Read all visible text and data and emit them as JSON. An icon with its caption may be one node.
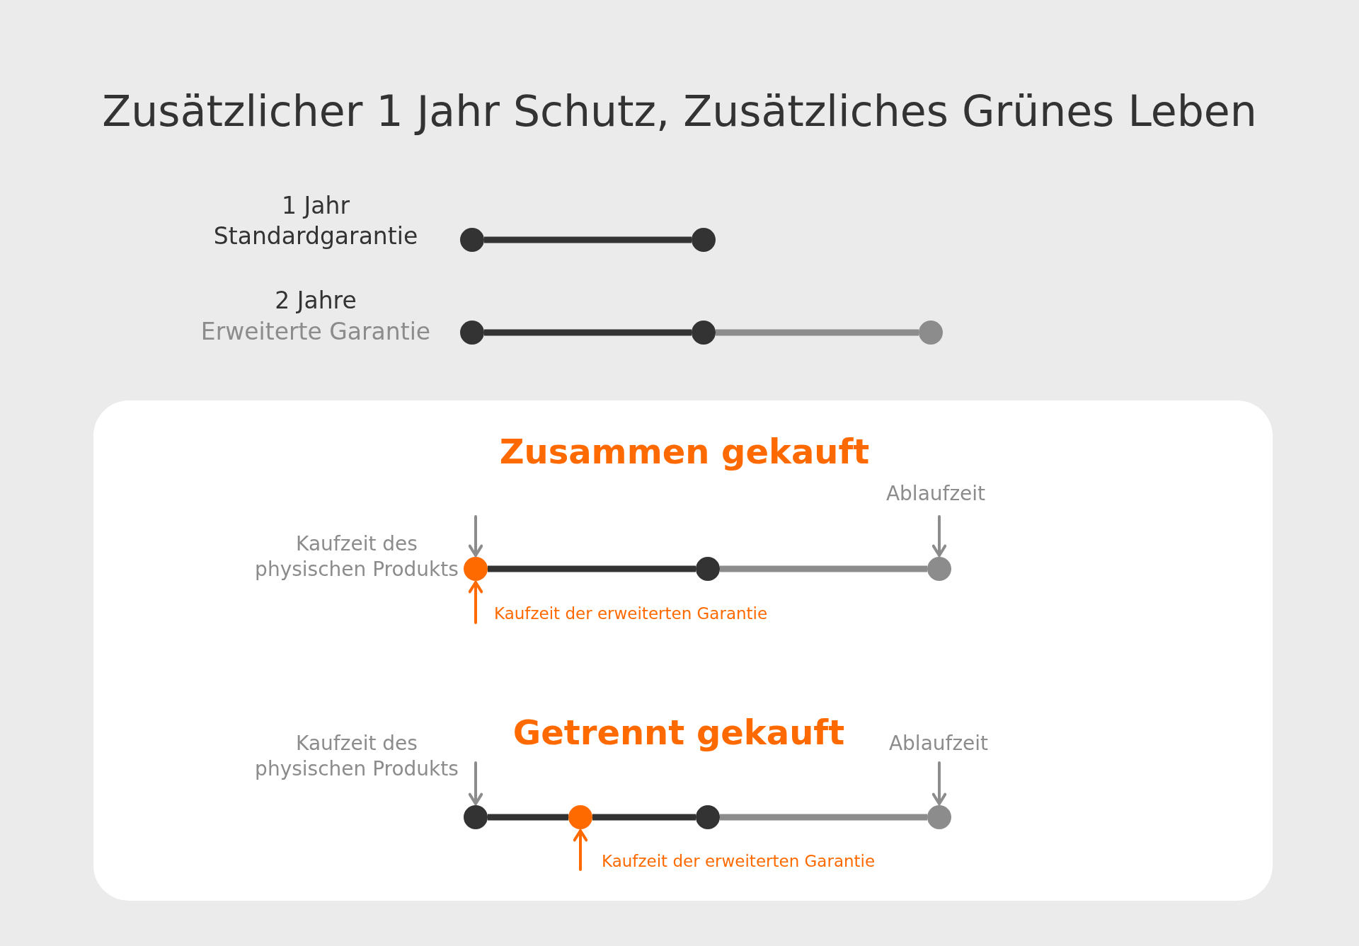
{
  "diagram": {
    "title": "Zusätzlicher 1 Jahr Schutz, Zusätzliches Grünes Leben",
    "nodes": [
      {
        "text": [],
        "shape": "circle"
      },
      {
        "text": [],
        "shape": "circle"
      },
      {
        "text": [],
        "shape": "circle"
      },
      {
        "text": [],
        "shape": "circle"
      },
      {
        "text": [],
        "shape": "circle"
      },
      {
        "text": [],
        "shape": "box"
      },
      {
        "text": [],
        "shape": "circle",
        "in": 5
      },
      {
        "text": [],
        "shape": "circle",
        "in": 5
      },
      {
        "text": [],
        "shape": "circle",
        "in": 5
      },
      {
        "text": [],
        "shape": "circle",
        "in": 5
      },
      {
        "text": [],
        "shape": "circle",
        "in": 5
      },
      {
        "text": [],
        "shape": "circle",
        "in": 5
      },
      {
        "text": [],
        "shape": "circle",
        "in": 5
      }
    ],
    "edges": [
      {
        "from": 0,
        "to": 1,
        "arrow": "none"
      },
      {
        "from": 2,
        "to": 3,
        "arrow": "none"
      },
      {
        "from": 3,
        "to": 4,
        "arrow": "none",
        "color": "#8c8c8c"
      },
      {
        "from": 6,
        "to": 7,
        "arrow": "none"
      },
      {
        "from": 7,
        "to": 8,
        "arrow": "none",
        "color": "#8c8c8c"
      },
      {
        "from": null,
        "to": 6,
        "arrow": "to",
        "label": "Kaufzeit des physischen Produkts",
        "color": "#8c8c8c"
      },
      {
        "from": null,
        "to": 8,
        "arrow": "to",
        "label": "Ablaufzeit",
        "color": "#8c8c8c"
      },
      {
        "from": null,
        "to": 6,
        "arrow": "to",
        "label": "Kaufzeit der erweiterten Garantie",
        "color": "#ff6a00"
      },
      {
        "from": 9,
        "to": 10,
        "arrow": "none"
      },
      {
        "from": 10,
        "to": 11,
        "arrow": "none"
      },
      {
        "from": 11,
        "to": 12,
        "arrow": "none",
        "color": "#8c8c8c"
      },
      {
        "from": null,
        "to": 9,
        "arrow": "to",
        "label": "Kaufzeit des physischen Produkts",
        "color": "#8c8c8c"
      },
      {
        "from": null,
        "to": 12,
        "arrow": "to",
        "label": "Ablaufzeit",
        "color": "#8c8c8c"
      },
      {
        "from": null,
        "to": 10,
        "arrow": "to",
        "label": "Kaufzeit der erweiterten Garantie",
        "color": "#ff6a00"
      }
    ],
    "labels": [
      "1 Jahr",
      "Standardgarantie",
      "2 Jahre",
      "Erweiterte Garantie",
      "Zusammen gekauft",
      "Getrennt gekauft"
    ]
  }
}
